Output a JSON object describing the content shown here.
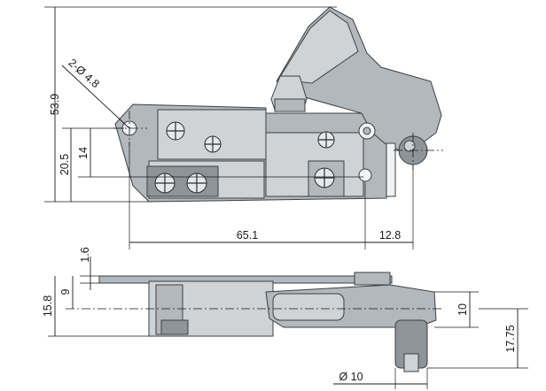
{
  "dimensions": {
    "top_view": {
      "hole_callout": "2-Ø 4.8",
      "overall_height": "53.9",
      "mount_offset_a": "20.5",
      "mount_offset_b": "14",
      "hole_spacing": "65.1",
      "trigger_offset": "12.8"
    },
    "side_view": {
      "plate_thickness": "1.6",
      "plate_offset": "9",
      "body_height": "15.8",
      "trigger_height": "10",
      "shaft_height": "17.75",
      "shaft_diameter": "Ø 10"
    }
  }
}
